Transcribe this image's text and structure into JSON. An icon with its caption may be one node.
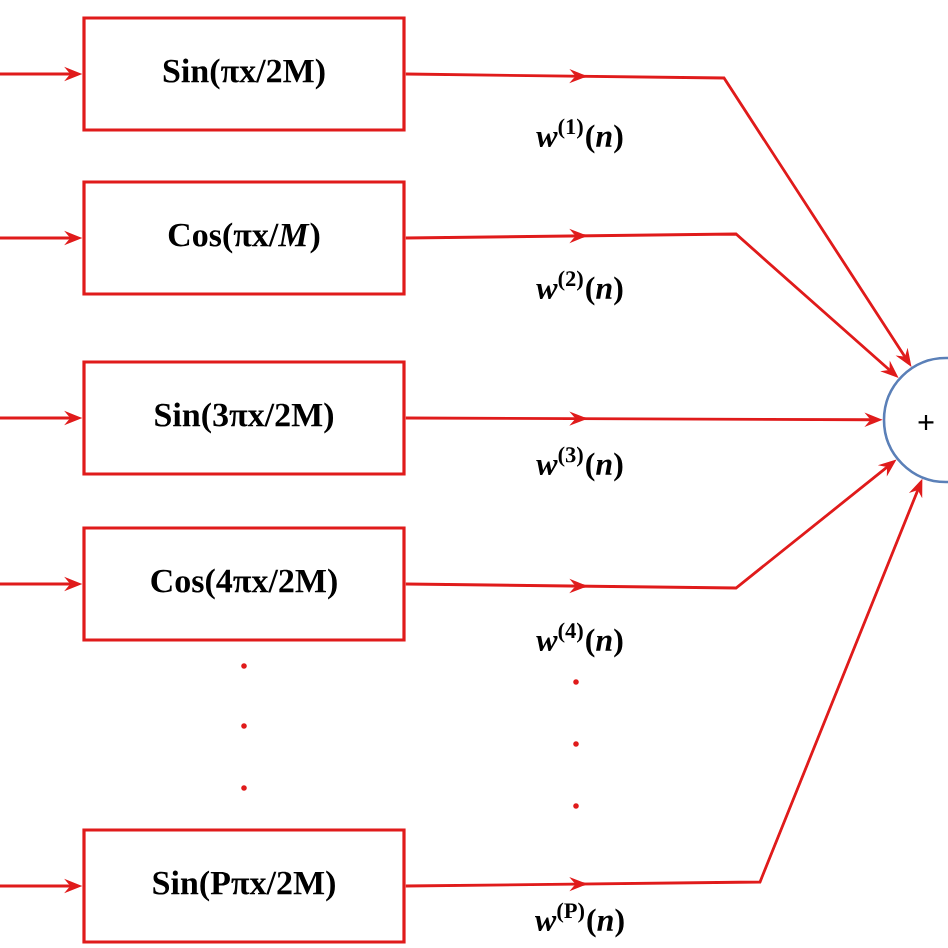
{
  "diagram": {
    "nodes": [
      {
        "text": [
          "Sin(πx/2M)"
        ]
      },
      {
        "text": [
          "Cos(πx/*M*)"
        ]
      },
      {
        "text": [
          "Sin(3πx/2M)"
        ]
      },
      {
        "text": [
          "Cos(4πx/2M)"
        ]
      },
      {
        "text": [
          "Sin(Pπx/2M)"
        ]
      },
      {
        "text": [
          "+"
        ]
      }
    ],
    "edges": [
      {
        "from": null,
        "to": 0,
        "arrow": "to"
      },
      {
        "from": null,
        "to": 1,
        "arrow": "to"
      },
      {
        "from": null,
        "to": 2,
        "arrow": "to"
      },
      {
        "from": null,
        "to": 3,
        "arrow": "to"
      },
      {
        "from": null,
        "to": 4,
        "arrow": "to"
      },
      {
        "from": 0,
        "to": 5,
        "arrow": "to",
        "label": "*w*$^{(1)}$(*n*)"
      },
      {
        "from": 1,
        "to": 5,
        "arrow": "to",
        "label": "*w*$^{(2)}$(*n*)"
      },
      {
        "from": 2,
        "to": 5,
        "arrow": "to",
        "label": "*w*$^{(3)}$(*n*)"
      },
      {
        "from": 3,
        "to": 5,
        "arrow": "to",
        "label": "*w*$^{(4)}$(*n*)"
      },
      {
        "from": 4,
        "to": 5,
        "arrow": "to",
        "label": "*w*$^{(P)}$(*n*)"
      }
    ]
  }
}
